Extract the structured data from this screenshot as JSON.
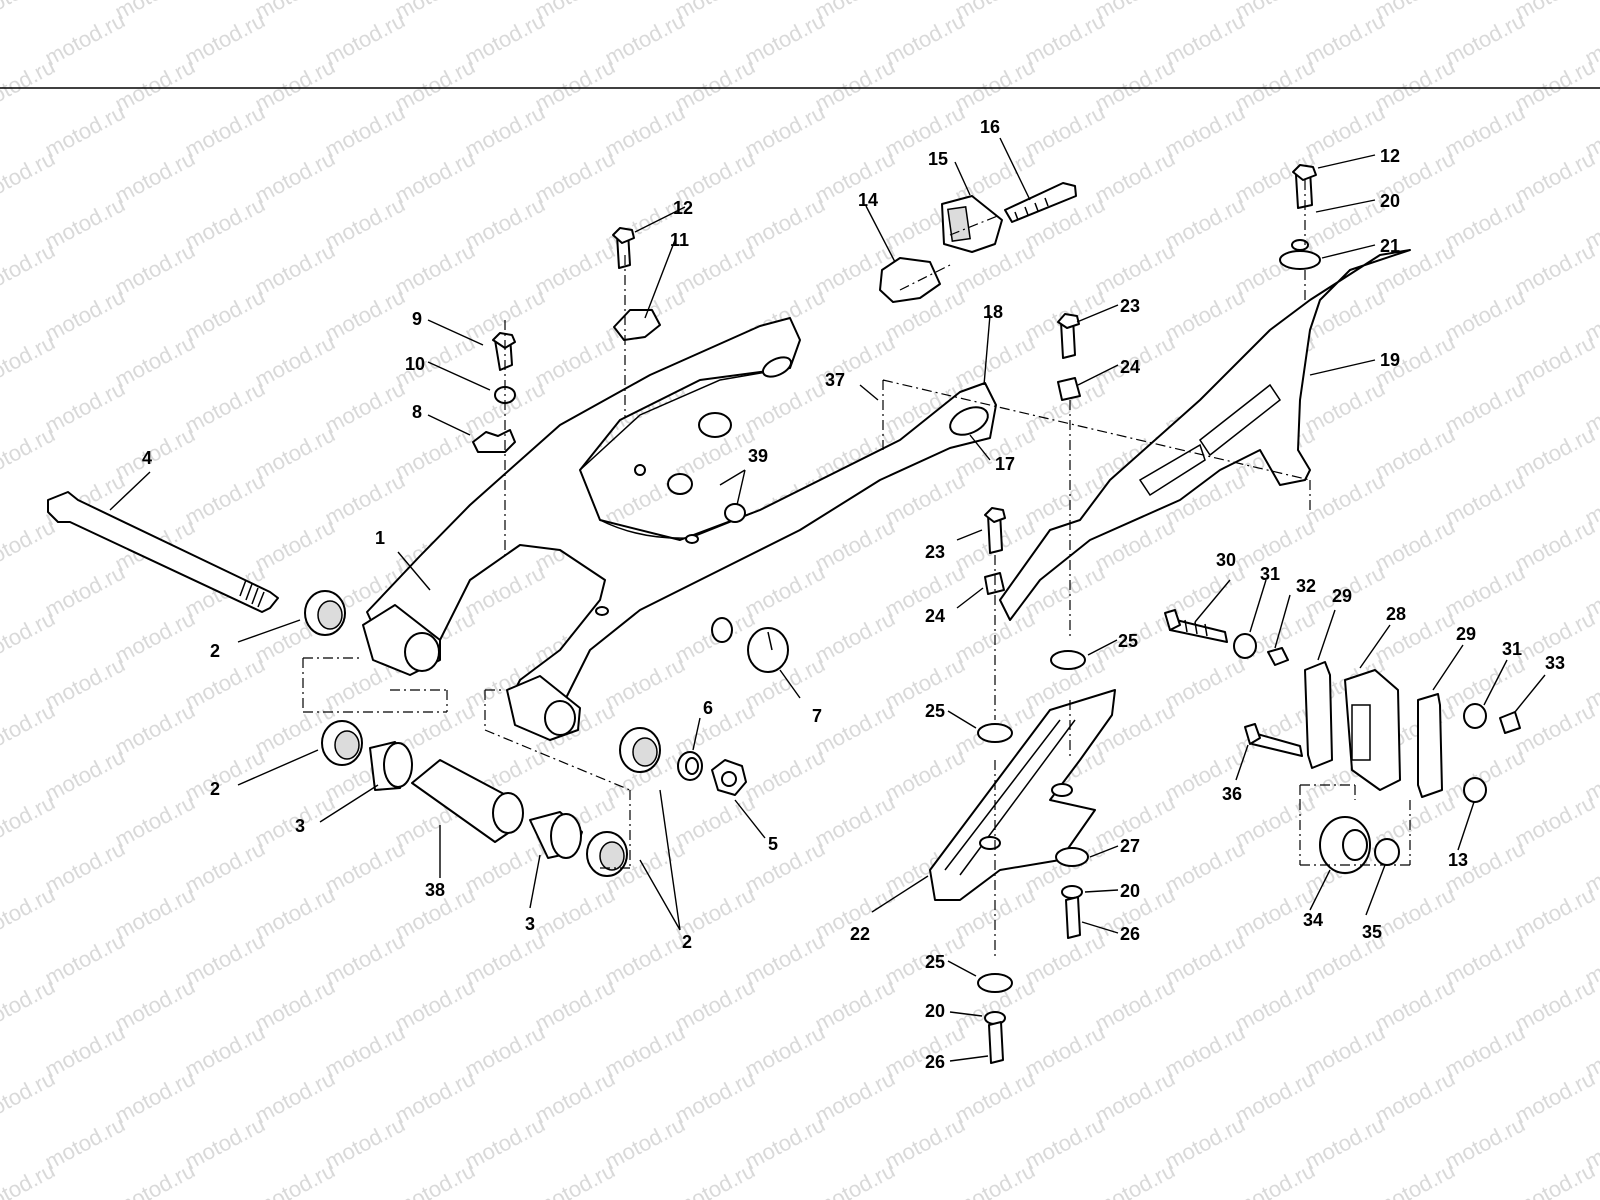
{
  "watermark": "motod.ru",
  "callouts": [
    {
      "id": "c1",
      "text": "1"
    },
    {
      "id": "c2a",
      "text": "2"
    },
    {
      "id": "c2b",
      "text": "2"
    },
    {
      "id": "c2c",
      "text": "2"
    },
    {
      "id": "c3a",
      "text": "3"
    },
    {
      "id": "c3b",
      "text": "3"
    },
    {
      "id": "c4",
      "text": "4"
    },
    {
      "id": "c5",
      "text": "5"
    },
    {
      "id": "c6",
      "text": "6"
    },
    {
      "id": "c7",
      "text": "7"
    },
    {
      "id": "c8",
      "text": "8"
    },
    {
      "id": "c9",
      "text": "9"
    },
    {
      "id": "c10",
      "text": "10"
    },
    {
      "id": "c11",
      "text": "11"
    },
    {
      "id": "c12a",
      "text": "12"
    },
    {
      "id": "c12b",
      "text": "12"
    },
    {
      "id": "c13",
      "text": "13"
    },
    {
      "id": "c14",
      "text": "14"
    },
    {
      "id": "c15",
      "text": "15"
    },
    {
      "id": "c16",
      "text": "16"
    },
    {
      "id": "c17",
      "text": "17"
    },
    {
      "id": "c18",
      "text": "18"
    },
    {
      "id": "c19",
      "text": "19"
    },
    {
      "id": "c20a",
      "text": "20"
    },
    {
      "id": "c20b",
      "text": "20"
    },
    {
      "id": "c20c",
      "text": "20"
    },
    {
      "id": "c21",
      "text": "21"
    },
    {
      "id": "c22",
      "text": "22"
    },
    {
      "id": "c23a",
      "text": "23"
    },
    {
      "id": "c23b",
      "text": "23"
    },
    {
      "id": "c24a",
      "text": "24"
    },
    {
      "id": "c24b",
      "text": "24"
    },
    {
      "id": "c25a",
      "text": "25"
    },
    {
      "id": "c25b",
      "text": "25"
    },
    {
      "id": "c25c",
      "text": "25"
    },
    {
      "id": "c26a",
      "text": "26"
    },
    {
      "id": "c26b",
      "text": "26"
    },
    {
      "id": "c27",
      "text": "27"
    },
    {
      "id": "c28",
      "text": "28"
    },
    {
      "id": "c29a",
      "text": "29"
    },
    {
      "id": "c29b",
      "text": "29"
    },
    {
      "id": "c30",
      "text": "30"
    },
    {
      "id": "c31a",
      "text": "31"
    },
    {
      "id": "c31b",
      "text": "31"
    },
    {
      "id": "c32",
      "text": "32"
    },
    {
      "id": "c33",
      "text": "33"
    },
    {
      "id": "c34",
      "text": "34"
    },
    {
      "id": "c35",
      "text": "35"
    },
    {
      "id": "c36",
      "text": "36"
    },
    {
      "id": "c37",
      "text": "37"
    },
    {
      "id": "c38",
      "text": "38"
    },
    {
      "id": "c39",
      "text": "39"
    }
  ]
}
